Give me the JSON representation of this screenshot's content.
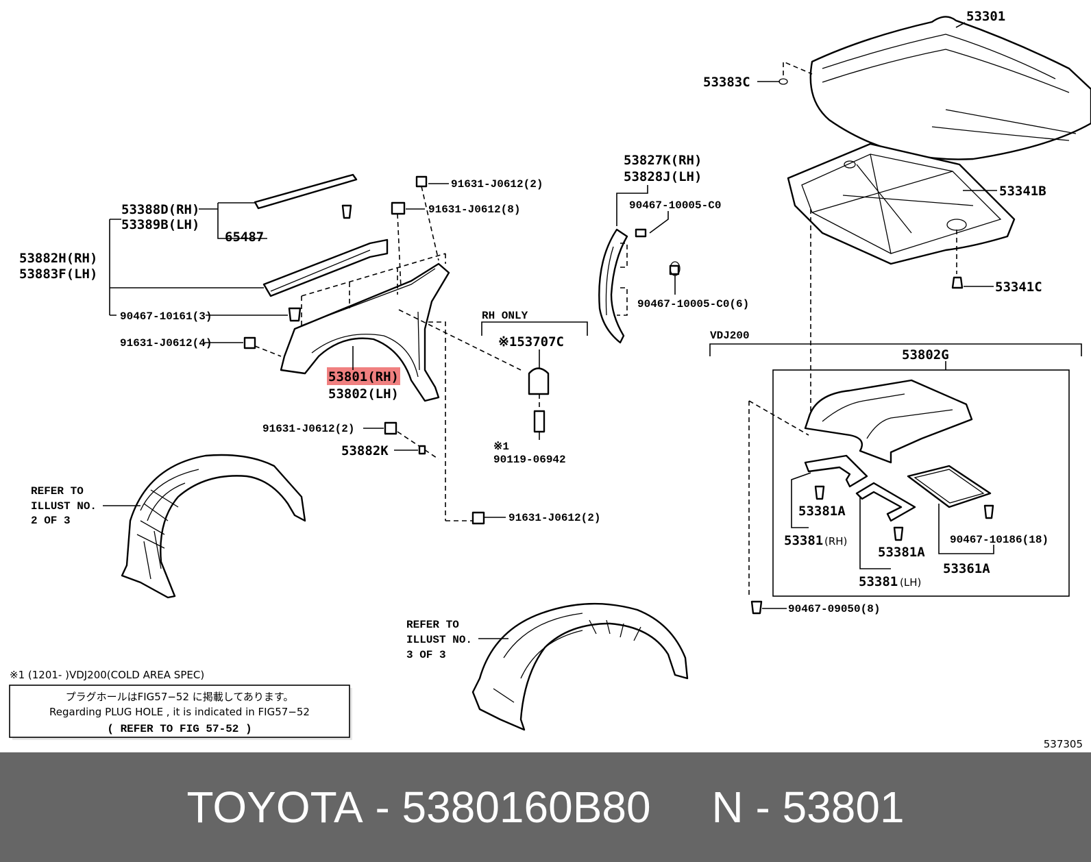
{
  "labels": {
    "p53301": "53301",
    "p53383c": "53383C",
    "p53341b": "53341B",
    "p53341c": "53341C",
    "p53827k": "53827K(RH)",
    "p53828j": "53828J(LH)",
    "b90467_c0_a": "90467-10005-C0",
    "b90467_c0_b": "90467-10005-C0(6)",
    "b91631_2a": "91631-J0612(2)",
    "b91631_8": "91631-J0612(8)",
    "p53388d": "53388D(RH)",
    "p53389b": "53389B(LH)",
    "p65487": "65487",
    "p53882h": "53882H(RH)",
    "p53883f": "53883F(LH)",
    "b90467_3": "90467-10161(3)",
    "b91631_4": "91631-J0612(4)",
    "p53801": "53801(RH)",
    "p53802": "53802(LH)",
    "rh_only": "RH ONLY",
    "p53707c": "※153707C",
    "b91631_2b": "91631-J0612(2)",
    "p53882k": "53882K",
    "x1": "※1",
    "b90119": "90119-06942",
    "b91631_2c": "91631-J0612(2)",
    "vdj200": "VDJ200",
    "p53802g": "53802G",
    "p53381a_1": "53381A",
    "p53381_rh": "53381",
    "rh_tag": "(RH)",
    "p53381a_2": "53381A",
    "p53381_lh": "53381",
    "lh_tag": "(LH)",
    "b90467_18": "90467-10186(18)",
    "p53361a": "53361A",
    "b90467_8": "90467-09050(8)",
    "refer1_l1": "REFER TO",
    "refer1_l2": "ILLUST NO.",
    "refer1_l3": "2 OF 3",
    "refer2_l1": "REFER TO",
    "refer2_l2": "ILLUST NO.",
    "refer2_l3": "3 OF 3",
    "footnote": "※1 (1201-      )VDJ200(COLD AREA SPEC)",
    "note_jp": "プラグホールはFIG57−52 に掲載してあります。",
    "note_en": "Regarding PLUG HOLE , it is indicated in FIG57−52",
    "note_ref": "(   REFER TO FIG 57-52  )",
    "fig_no": "537305"
  },
  "highlight_color": "#f08080",
  "footer": {
    "brand": "TOYOTA",
    "sep1": " - ",
    "part_number": "5380160B80",
    "gap": "     ",
    "n_label": "N",
    "sep2": " - ",
    "ref_number": "53801"
  }
}
